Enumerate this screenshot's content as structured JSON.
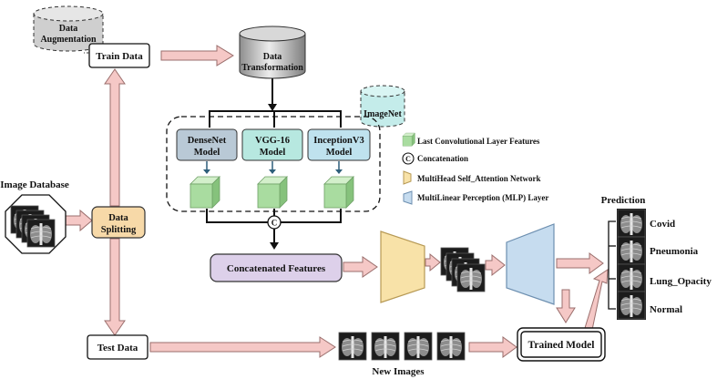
{
  "nodes": {
    "data_augmentation": [
      "Data",
      "Augmentation"
    ],
    "train_data": "Train Data",
    "data_transformation": [
      "Data",
      "Transformation"
    ],
    "imagenet": "ImageNet",
    "densenet": [
      "DenseNet",
      "Model"
    ],
    "vgg16": [
      "VGG-16",
      "Model"
    ],
    "inceptionv3": [
      "InceptionV3",
      "Model"
    ],
    "image_database": "Image Database",
    "data_splitting": [
      "Data",
      "Splitting"
    ],
    "concat_symbol": "C",
    "concatenated_features": "Concatenated Features",
    "test_data": "Test Data",
    "new_images": "New Images",
    "trained_model": "Trained Model",
    "prediction": "Prediction"
  },
  "legend": [
    {
      "icon": "green-cube-icon",
      "label": "Last Convolutional Layer Features"
    },
    {
      "icon": "concat-circle-icon",
      "symbol": "C",
      "label": "Concatenation"
    },
    {
      "icon": "yellow-trapezoid-icon",
      "label": "MultiHead Self_Attention Network"
    },
    {
      "icon": "blue-trapezoid-icon",
      "label": "MultiLinear Perception (MLP) Layer"
    }
  ],
  "classes": [
    "Covid",
    "Pneumonia",
    "Lung_Opacity",
    "Normal"
  ],
  "colors": {
    "pink_arrow": "#f5c8c6",
    "pink_arrow_stroke": "#9a6e6c",
    "densenet_fill": "#b9c9d6",
    "vgg_fill": "#b7e8e0",
    "inception_fill": "#bfe2ee",
    "cube_green": "#a9dca0",
    "concat_fill": "#ddd0ea",
    "splitting_fill": "#f7d9a8",
    "attention_fill": "#f8e2a8",
    "mlp_fill": "#c6dcef",
    "imagenet_fill": "#c4ecea",
    "cylinder_grey": "#c9c9c9"
  }
}
